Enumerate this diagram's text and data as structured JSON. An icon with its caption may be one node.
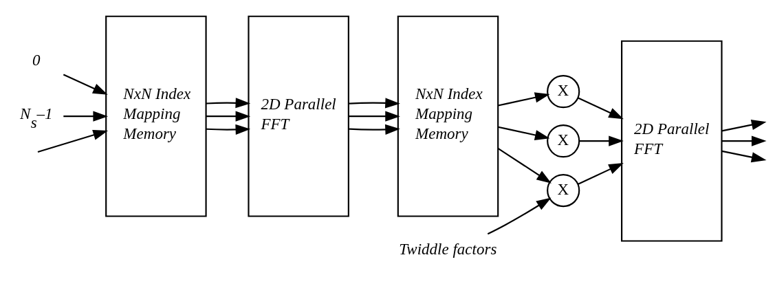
{
  "diagram": {
    "nodes": [
      {
        "text": [
          "0"
        ]
      },
      {
        "text": [
          "NxN Index Mapping Memory"
        ]
      },
      {
        "text": [
          "2D Parallel FFT"
        ]
      },
      {
        "text": [
          "NxN Index Mapping Memory"
        ]
      },
      {
        "text": [
          "X"
        ]
      },
      {
        "text": [
          "2D Parallel FFT"
        ]
      },
      {
        "text": [
          "X"
        ]
      },
      {
        "text": [
          "N$_{s}$–1"
        ]
      },
      {
        "text": [
          "X"
        ]
      },
      {
        "text": [
          "Twiddle factors"
        ]
      }
    ],
    "edges": [
      {
        "from": 0,
        "to": 1,
        "arrow": "to"
      },
      {
        "from": null,
        "to": 1,
        "arrow": "to"
      },
      {
        "from": 7,
        "to": 1,
        "arrow": "to"
      },
      {
        "from": 1,
        "to": 2,
        "arrow": "to"
      },
      {
        "from": 1,
        "to": 2,
        "arrow": "to"
      },
      {
        "from": 1,
        "to": 2,
        "arrow": "to"
      },
      {
        "from": 2,
        "to": 3,
        "arrow": "to"
      },
      {
        "from": 2,
        "to": 3,
        "arrow": "to"
      },
      {
        "from": 2,
        "to": 3,
        "arrow": "to"
      },
      {
        "from": 3,
        "to": 4,
        "arrow": "to"
      },
      {
        "from": 3,
        "to": 6,
        "arrow": "to"
      },
      {
        "from": 3,
        "to": 8,
        "arrow": "to"
      },
      {
        "from": 4,
        "to": 5,
        "arrow": "to"
      },
      {
        "from": 6,
        "to": 5,
        "arrow": "to"
      },
      {
        "from": 8,
        "to": 5,
        "arrow": "to"
      },
      {
        "from": 9,
        "to": 8,
        "arrow": "to"
      },
      {
        "from": 5,
        "to": null,
        "arrow": "to"
      },
      {
        "from": 5,
        "to": null,
        "arrow": "to"
      },
      {
        "from": 5,
        "to": null,
        "arrow": "to"
      }
    ]
  }
}
